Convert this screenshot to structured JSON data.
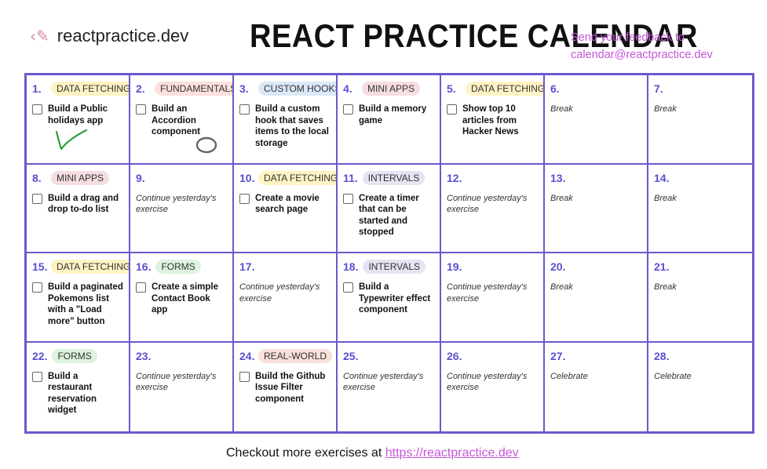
{
  "header": {
    "logo_text": "reactpractice.dev",
    "title": "REACT PRACTICE CALENDAR",
    "feedback_line1": "Send your feedback to",
    "feedback_line2": "calendar@reactpractice.dev"
  },
  "days": [
    {
      "num": "1.",
      "tag": "DATA FETCHING",
      "tag_kind": "data",
      "text": "Build a Public holidays app"
    },
    {
      "num": "2.",
      "tag": "FUNDAMENTALS",
      "tag_kind": "fund",
      "text": "Build an Accordion component"
    },
    {
      "num": "3.",
      "tag": "CUSTOM HOOKS",
      "tag_kind": "hooks",
      "text": "Build a custom hook that saves items to the local storage"
    },
    {
      "num": "4.",
      "tag": "MINI APPS",
      "tag_kind": "mini",
      "text": "Build a memory game"
    },
    {
      "num": "5.",
      "tag": "DATA FETCHING",
      "tag_kind": "data",
      "text": "Show top 10 articles from Hacker News"
    },
    {
      "num": "6.",
      "note": "Break"
    },
    {
      "num": "7.",
      "note": "Break"
    },
    {
      "num": "8.",
      "tag": "MINI APPS",
      "tag_kind": "mini",
      "text": "Build a drag and drop to-do list"
    },
    {
      "num": "9.",
      "note": "Continue yesterday's exercise"
    },
    {
      "num": "10.",
      "tag": "DATA FETCHING",
      "tag_kind": "data",
      "text": "Create a movie search page"
    },
    {
      "num": "11.",
      "tag": "INTERVALS",
      "tag_kind": "intervals",
      "text": "Create a timer that can be started and stopped"
    },
    {
      "num": "12.",
      "note": "Continue yesterday's exercise"
    },
    {
      "num": "13.",
      "note": "Break"
    },
    {
      "num": "14.",
      "note": "Break"
    },
    {
      "num": "15.",
      "tag": "DATA FETCHING",
      "tag_kind": "data",
      "text": "Build a paginated Pokemons list with a \"Load more\" button"
    },
    {
      "num": "16.",
      "tag": "FORMS",
      "tag_kind": "forms",
      "text": "Create a simple Contact Book app"
    },
    {
      "num": "17.",
      "note": "Continue yesterday's exercise"
    },
    {
      "num": "18.",
      "tag": "INTERVALS",
      "tag_kind": "intervals",
      "text": "Build a Typewriter effect component"
    },
    {
      "num": "19.",
      "note": "Continue yesterday's exercise"
    },
    {
      "num": "20.",
      "note": "Break"
    },
    {
      "num": "21.",
      "note": "Break"
    },
    {
      "num": "22.",
      "tag": "FORMS",
      "tag_kind": "forms",
      "text": "Build a restaurant reservation widget"
    },
    {
      "num": "23.",
      "note": "Continue yesterday's exercise"
    },
    {
      "num": "24.",
      "tag": "REAL-WORLD",
      "tag_kind": "real",
      "text": "Build the Github Issue Filter component"
    },
    {
      "num": "25.",
      "note": "Continue yesterday's exercise"
    },
    {
      "num": "26.",
      "note": "Continue yesterday's exercise"
    },
    {
      "num": "27.",
      "note": "Celebrate"
    },
    {
      "num": "28.",
      "note": "Celebrate"
    }
  ],
  "footer": {
    "text": "Checkout more exercises at ",
    "link": "https://reactpractice.dev"
  },
  "icons": {
    "logo": "pencil-icon",
    "checkmark": "handwritten-checkmark",
    "circle": "handwritten-circle"
  },
  "colors": {
    "grid": "#6a5acd",
    "day_number": "#5a4fcf",
    "feedback": "#c456d8",
    "checkmark": "#2e9e3c"
  }
}
